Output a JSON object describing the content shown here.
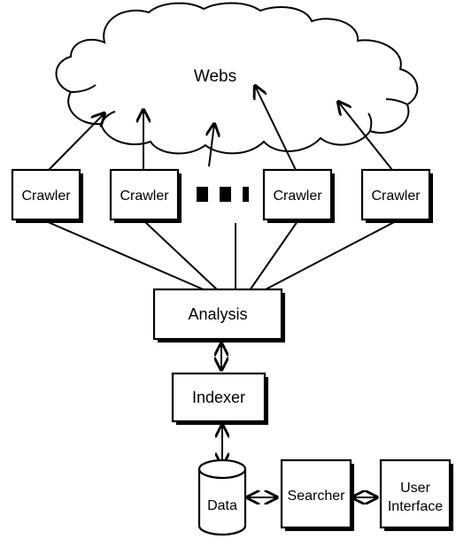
{
  "diagram": {
    "cloud_label": "Webs",
    "crawlers": [
      {
        "label": "Crawler"
      },
      {
        "label": "Crawler"
      },
      {
        "label": "Crawler"
      },
      {
        "label": "Crawler"
      }
    ],
    "analysis_label": "Analysis",
    "indexer_label": "Indexer",
    "data_label": "Data",
    "searcher_label": "Searcher",
    "user_interface_label": [
      "User",
      "Interface"
    ]
  }
}
